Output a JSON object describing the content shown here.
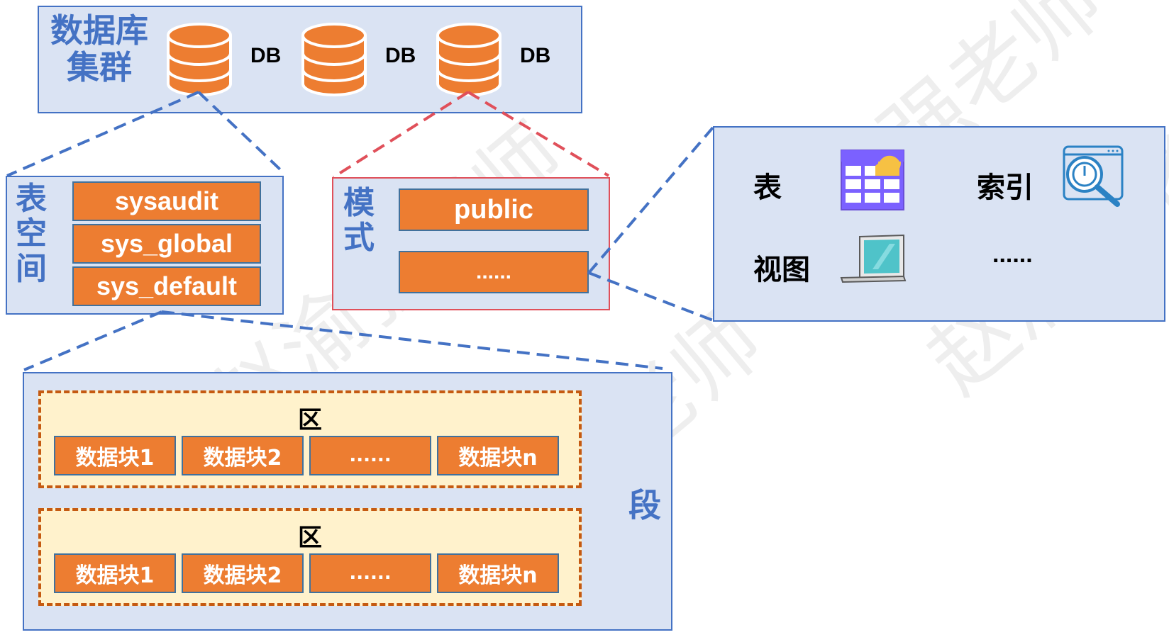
{
  "cluster": {
    "label": "数据库集群",
    "label_line1": "数据库",
    "label_line2": "集群",
    "db_labels": [
      "DB",
      "DB",
      "DB"
    ]
  },
  "tablespace": {
    "label_chars": [
      "表",
      "空",
      "间"
    ],
    "items": [
      "sysaudit",
      "sys_global",
      "sys_default"
    ]
  },
  "schema": {
    "label_chars": [
      "模",
      "式"
    ],
    "items": [
      "public",
      "......"
    ]
  },
  "objects": {
    "table_label": "表",
    "index_label": "索引",
    "view_label": "视图",
    "more_label": "......"
  },
  "segment": {
    "label": "段",
    "extents": [
      {
        "label": "区",
        "blocks": [
          "数据块1",
          "数据块2",
          "......",
          "数据块n"
        ]
      },
      {
        "label": "区",
        "blocks": [
          "数据块1",
          "数据块2",
          "......",
          "数据块n"
        ]
      }
    ]
  },
  "watermark": "赵渝强老师",
  "colors": {
    "panel_fill": "#dae3f3",
    "panel_border": "#4472c4",
    "block_orange": "#ed7d31",
    "block_border": "#41719c",
    "extent_fill": "#fff2cc",
    "extent_border": "#c55a11",
    "schema_border": "#e0505a",
    "connector_blue": "#4472c4",
    "connector_red": "#e0505a"
  },
  "icons": [
    "database-icon",
    "table-icon",
    "index-icon",
    "view-icon"
  ]
}
